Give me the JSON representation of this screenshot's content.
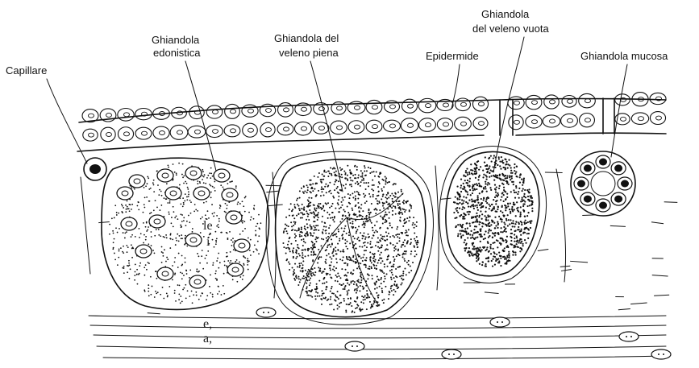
{
  "labels": {
    "capillare": "Capillare",
    "ghiandola_edonistica_l1": "Ghiandola",
    "ghiandola_edonistica_l2": "edonistica",
    "veleno_piena_l1": "Ghiandola del",
    "veleno_piena_l2": "veleno piena",
    "epidermide": "Epidermide",
    "veleno_vuota_l1": "Ghiandola",
    "veleno_vuota_l2": "del veleno vuota",
    "mucosa": "Ghiandola mucosa"
  },
  "cropped_text": {
    "line1": "le",
    "line2": "i",
    "line3": "e,",
    "line4": "a,"
  }
}
